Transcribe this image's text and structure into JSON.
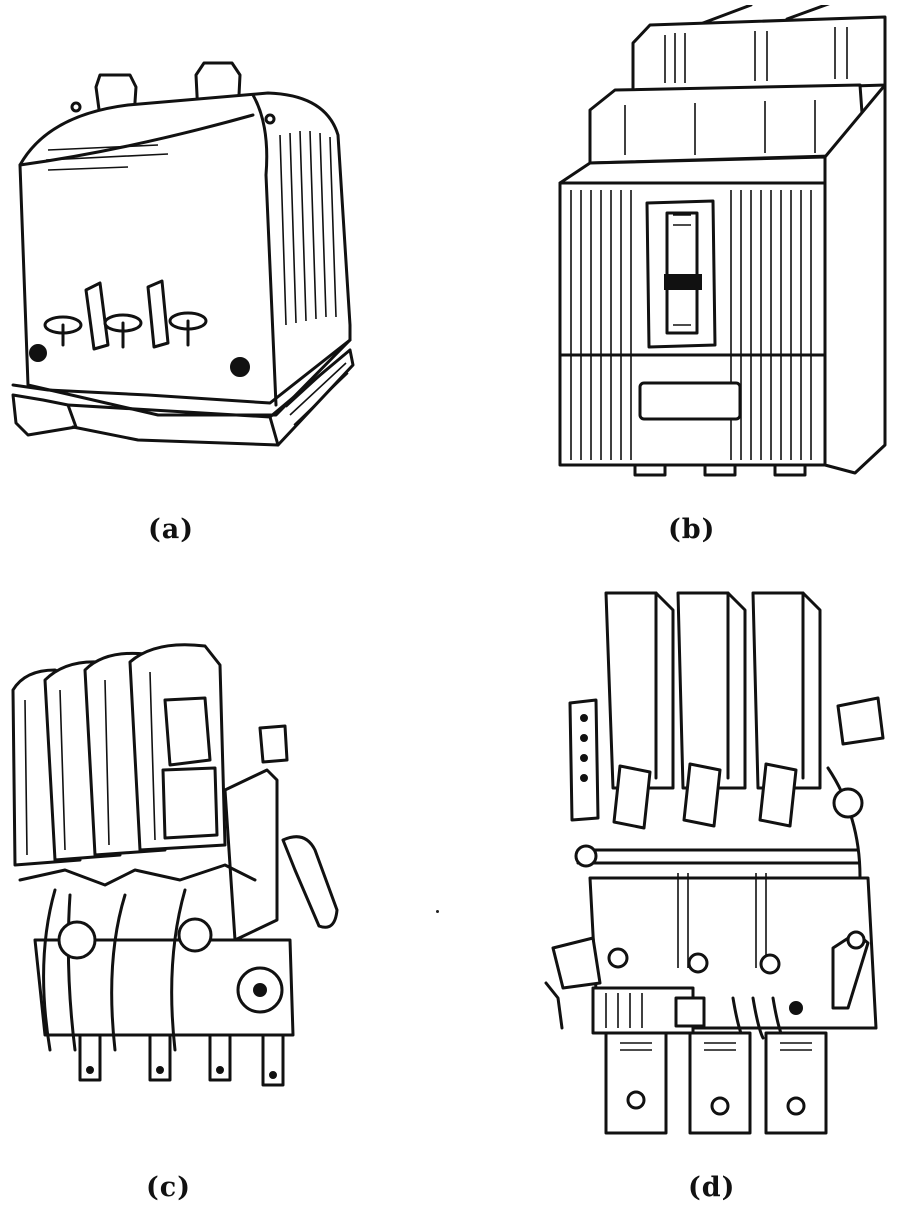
{
  "figures": [
    {
      "id": "a",
      "caption": "(a)",
      "icon": "sealed-relay-icon"
    },
    {
      "id": "b",
      "caption": "(b)",
      "icon": "molded-case-breaker-icon"
    },
    {
      "id": "c",
      "caption": "(c)",
      "icon": "open-frame-breaker-icon"
    },
    {
      "id": "d",
      "caption": "(d)",
      "icon": "contactor-assembly-icon"
    }
  ]
}
